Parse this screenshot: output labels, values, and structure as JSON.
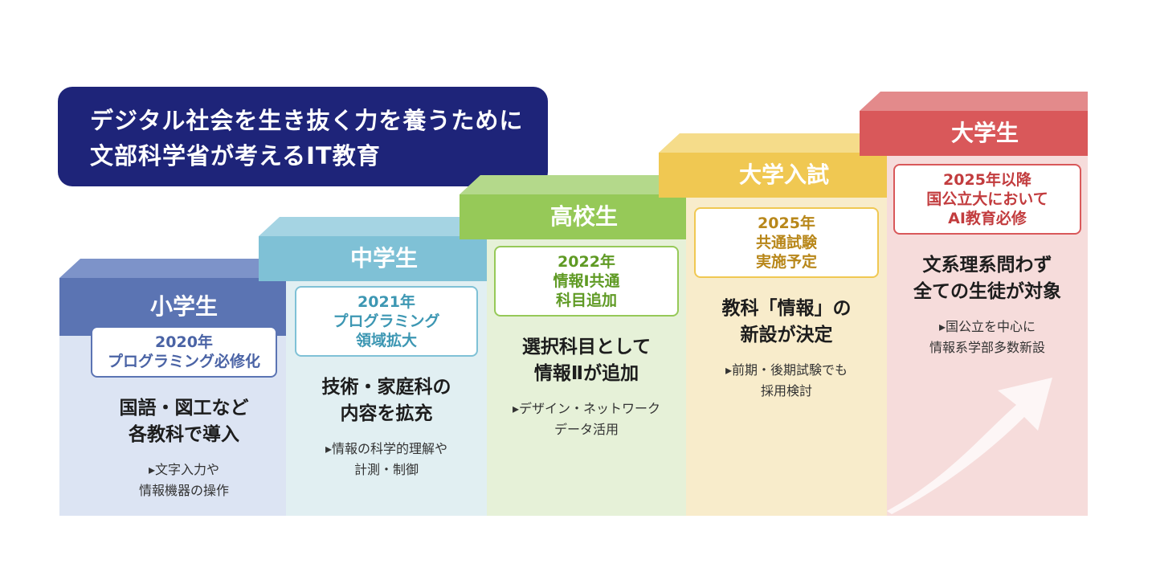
{
  "header": {
    "line1": "デジタル社会を生き抜く力を養うために",
    "line2": "文部科学省が考えるIT教育"
  },
  "stages": [
    {
      "title": "小学生",
      "badge": [
        "2020年",
        "プログラミング必修化"
      ],
      "main": [
        "国語・図工など",
        "各教科で導入"
      ],
      "sub": [
        "▸文字入力や",
        "情報機器の操作"
      ]
    },
    {
      "title": "中学生",
      "badge": [
        "2021年",
        "プログラミング",
        "領域拡大"
      ],
      "main": [
        "技術・家庭科の",
        "内容を拡充"
      ],
      "sub": [
        "▸情報の科学的理解や",
        "計測・制御"
      ]
    },
    {
      "title": "高校生",
      "badge": [
        "2022年",
        "情報Ⅰ共通",
        "科目追加"
      ],
      "main": [
        "選択科目として",
        "情報Ⅱが追加"
      ],
      "sub": [
        "▸デザイン・ネットワーク",
        "データ活用"
      ]
    },
    {
      "title": "大学入試",
      "badge": [
        "2025年",
        "共通試験",
        "実施予定"
      ],
      "main": [
        "教科「情報」の",
        "新設が決定"
      ],
      "sub": [
        "▸前期・後期試験でも",
        "採用検討"
      ]
    },
    {
      "title": "大学生",
      "badge": [
        "2025年以降",
        "国公立大において",
        "AI教育必修"
      ],
      "main": [
        "文系理系問わず",
        "全ての生徒が対象"
      ],
      "sub": [
        "▸国公立を中心に",
        "情報系学部多数新設"
      ]
    }
  ],
  "colors": {
    "header_bg": "#1e2479",
    "elementary": "#5b74b3",
    "junior_high": "#7fc1d6",
    "high_school": "#96c958",
    "entrance_exam": "#f0c852",
    "university": "#d9585a"
  }
}
